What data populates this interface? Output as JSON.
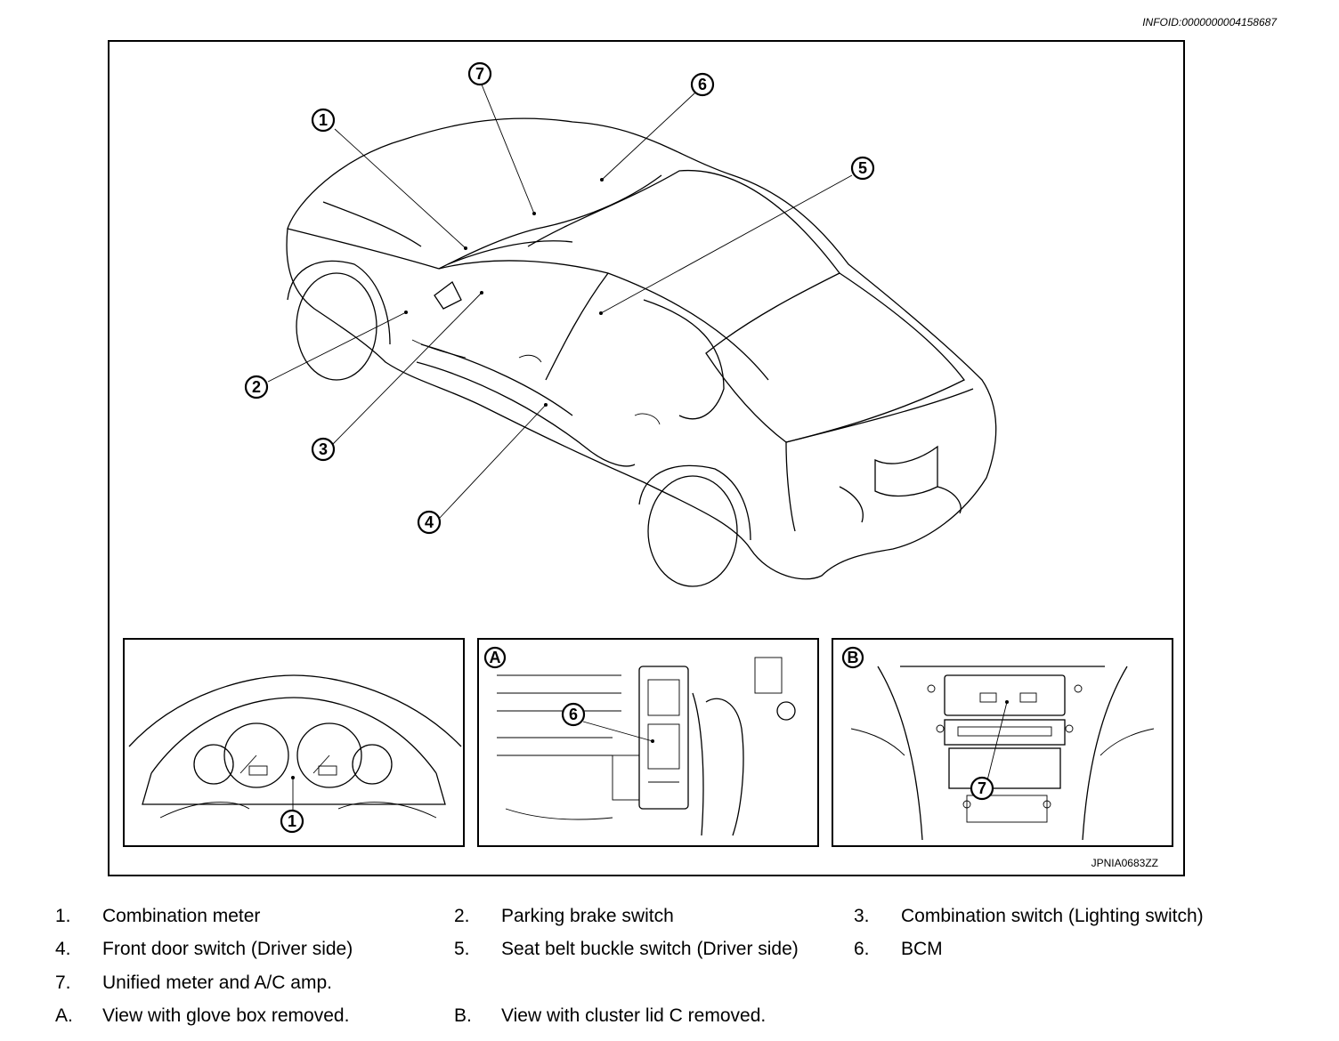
{
  "info_id": "INFOID:0000000004158687",
  "figure_code": "JPNIA0683ZZ",
  "callouts": {
    "c1": "1",
    "c2": "2",
    "c3": "3",
    "c4": "4",
    "c5": "5",
    "c6": "6",
    "c7": "7"
  },
  "insets": {
    "meter": {
      "callout": "1"
    },
    "a": {
      "letter": "A",
      "callout": "6"
    },
    "b": {
      "letter": "B",
      "callout": "7"
    }
  },
  "legend": [
    {
      "key": "1.",
      "text": "Combination meter"
    },
    {
      "key": "2.",
      "text": "Parking brake switch"
    },
    {
      "key": "3.",
      "text": "Combination switch (Lighting switch)"
    },
    {
      "key": "4.",
      "text": "Front door switch (Driver side)"
    },
    {
      "key": "5.",
      "text": "Seat belt buckle switch (Driver side)"
    },
    {
      "key": "6.",
      "text": "BCM"
    },
    {
      "key": "7.",
      "text": "Unified meter and A/C amp."
    },
    {
      "key": "A.",
      "text": "View with glove box removed."
    },
    {
      "key": "B.",
      "text": "View with cluster lid C removed."
    }
  ]
}
